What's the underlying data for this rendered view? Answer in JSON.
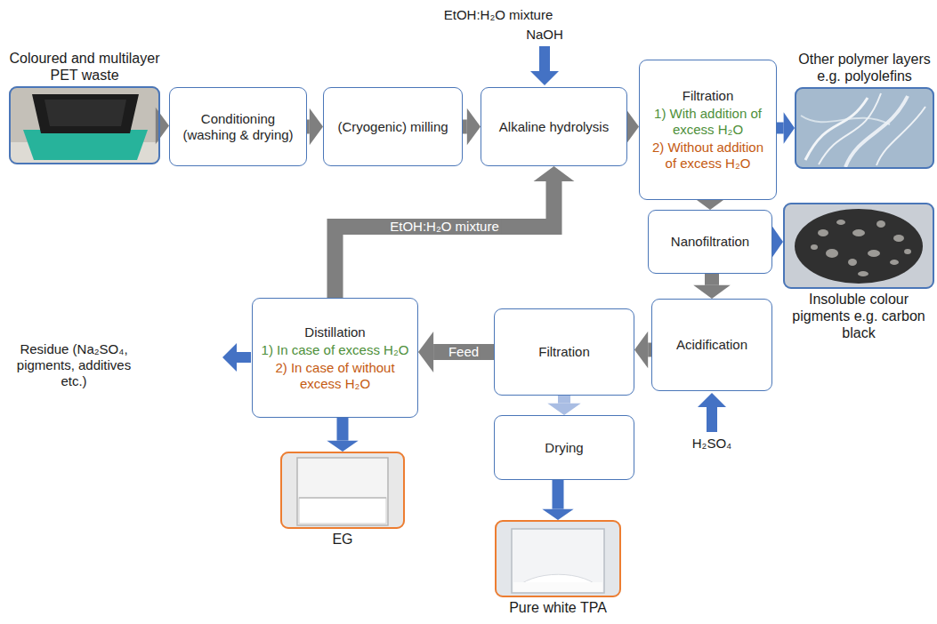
{
  "diagram": {
    "nodes": [
      {
        "text": [
          "Coloured and multilayer PET waste"
        ]
      },
      {
        "text": [
          "Conditioning (washing & drying)"
        ]
      },
      {
        "text": [
          "(Cryogenic) milling"
        ]
      },
      {
        "text": [
          "Alkaline hydrolysis"
        ]
      },
      {
        "text": [
          "Filtration",
          "1) With addition of excess H₂O",
          "2) Without addition of excess H₂O"
        ]
      },
      {
        "text": [
          "Other polymer layers e.g. polyolefins"
        ]
      },
      {
        "text": [
          "Nanofiltration"
        ]
      },
      {
        "text": [
          "Insoluble colour pigments e.g. carbon black"
        ]
      },
      {
        "text": [
          "Acidification"
        ]
      },
      {
        "text": [
          "Filtration"
        ]
      },
      {
        "text": [
          "Drying"
        ]
      },
      {
        "text": [
          "Pure white TPA"
        ]
      },
      {
        "text": [
          "Distillation",
          "1) In case of excess H₂O",
          "2) In case of without excess H₂O"
        ]
      },
      {
        "text": [
          "EG"
        ]
      }
    ],
    "edges": [
      {
        "from": 0,
        "to": 1,
        "arrow": "to"
      },
      {
        "from": 1,
        "to": 2,
        "arrow": "to"
      },
      {
        "from": 2,
        "to": 3,
        "arrow": "to"
      },
      {
        "from": 3,
        "to": 4,
        "arrow": "to"
      },
      {
        "from": 4,
        "to": 5,
        "arrow": "to"
      },
      {
        "from": 4,
        "to": 6,
        "arrow": "to"
      },
      {
        "from": 6,
        "to": 7,
        "arrow": "to"
      },
      {
        "from": 6,
        "to": 8,
        "arrow": "to"
      },
      {
        "from": 8,
        "to": 9,
        "arrow": "to"
      },
      {
        "from": 9,
        "to": 12,
        "label": "Feed",
        "arrow": "to"
      },
      {
        "from": 9,
        "to": 10,
        "arrow": "to"
      },
      {
        "from": 10,
        "to": 11,
        "arrow": "to"
      },
      {
        "from": 12,
        "to": 13,
        "arrow": "to"
      },
      {
        "from": 12,
        "to": 3,
        "label": "EtOH:H₂O mixture",
        "arrow": "to"
      }
    ],
    "labels": [
      "EtOH:H₂O mixture",
      "NaOH",
      "H₂SO₄",
      "Residue (Na₂SO₄, pigments, additives etc.)"
    ]
  }
}
